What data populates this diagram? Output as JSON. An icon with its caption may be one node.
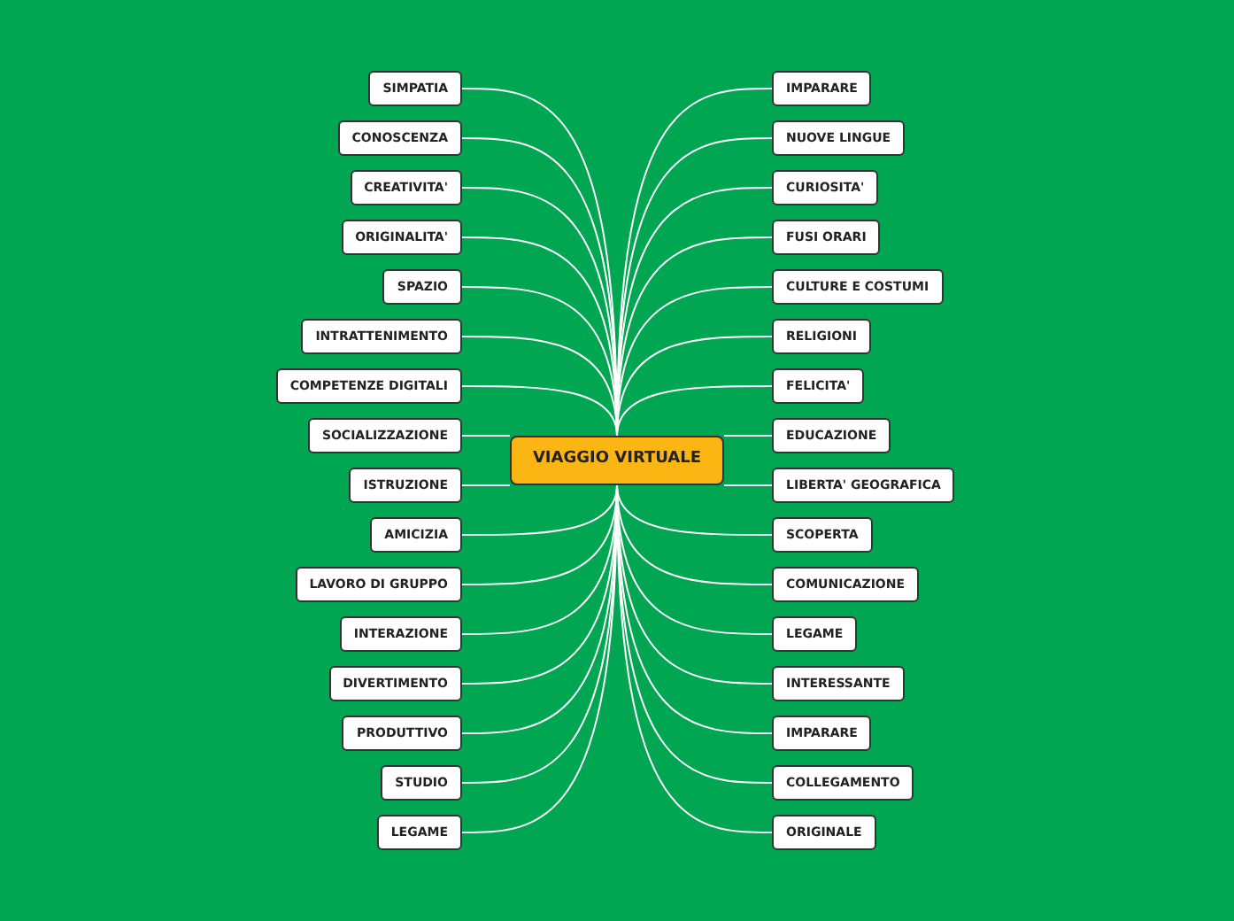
{
  "diagram": {
    "nodes": [
      {
        "text": [
          "VIAGGIO VIRTUALE"
        ]
      },
      {
        "text": [
          "SIMPATIA"
        ]
      },
      {
        "text": [
          "CONOSCENZA"
        ]
      },
      {
        "text": [
          "CREATIVITA'"
        ]
      },
      {
        "text": [
          "ORIGINALITA'"
        ]
      },
      {
        "text": [
          "SPAZIO"
        ]
      },
      {
        "text": [
          "INTRATTENIMENTO"
        ]
      },
      {
        "text": [
          "COMPETENZE DIGITALI"
        ]
      },
      {
        "text": [
          "SOCIALIZZAZIONE"
        ]
      },
      {
        "text": [
          "ISTRUZIONE"
        ]
      },
      {
        "text": [
          "AMICIZIA"
        ]
      },
      {
        "text": [
          "LAVORO DI GRUPPO"
        ]
      },
      {
        "text": [
          "INTERAZIONE"
        ]
      },
      {
        "text": [
          "DIVERTIMENTO"
        ]
      },
      {
        "text": [
          "PRODUTTIVO"
        ]
      },
      {
        "text": [
          "STUDIO"
        ]
      },
      {
        "text": [
          "LEGAME"
        ]
      },
      {
        "text": [
          "IMPARARE"
        ]
      },
      {
        "text": [
          "NUOVE LINGUE"
        ]
      },
      {
        "text": [
          "CURIOSITA'"
        ]
      },
      {
        "text": [
          "FUSI ORARI"
        ]
      },
      {
        "text": [
          "CULTURE E COSTUMI"
        ]
      },
      {
        "text": [
          "RELIGIONI"
        ]
      },
      {
        "text": [
          "FELICITA'"
        ]
      },
      {
        "text": [
          "EDUCAZIONE"
        ]
      },
      {
        "text": [
          "LIBERTA' GEOGRAFICA"
        ]
      },
      {
        "text": [
          "SCOPERTA"
        ]
      },
      {
        "text": [
          "COMUNICAZIONE"
        ]
      },
      {
        "text": [
          "LEGAME"
        ]
      },
      {
        "text": [
          "INTERESSANTE"
        ]
      },
      {
        "text": [
          "IMPARARE"
        ]
      },
      {
        "text": [
          "COLLEGAMENTO"
        ]
      },
      {
        "text": [
          "ORIGINALE"
        ]
      }
    ],
    "edges": [
      {
        "from": 0,
        "to": 1,
        "arrow": "none"
      },
      {
        "from": 0,
        "to": 2,
        "arrow": "none"
      },
      {
        "from": 0,
        "to": 3,
        "arrow": "none"
      },
      {
        "from": 0,
        "to": 4,
        "arrow": "none"
      },
      {
        "from": 0,
        "to": 5,
        "arrow": "none"
      },
      {
        "from": 0,
        "to": 6,
        "arrow": "none"
      },
      {
        "from": 0,
        "to": 7,
        "arrow": "none"
      },
      {
        "from": 0,
        "to": 8,
        "arrow": "none"
      },
      {
        "from": 0,
        "to": 9,
        "arrow": "none"
      },
      {
        "from": 0,
        "to": 10,
        "arrow": "none"
      },
      {
        "from": 0,
        "to": 11,
        "arrow": "none"
      },
      {
        "from": 0,
        "to": 12,
        "arrow": "none"
      },
      {
        "from": 0,
        "to": 13,
        "arrow": "none"
      },
      {
        "from": 0,
        "to": 14,
        "arrow": "none"
      },
      {
        "from": 0,
        "to": 15,
        "arrow": "none"
      },
      {
        "from": 0,
        "to": 16,
        "arrow": "none"
      },
      {
        "from": 0,
        "to": 17,
        "arrow": "none"
      },
      {
        "from": 0,
        "to": 18,
        "arrow": "none"
      },
      {
        "from": 0,
        "to": 19,
        "arrow": "none"
      },
      {
        "from": 0,
        "to": 20,
        "arrow": "none"
      },
      {
        "from": 0,
        "to": 21,
        "arrow": "none"
      },
      {
        "from": 0,
        "to": 22,
        "arrow": "none"
      },
      {
        "from": 0,
        "to": 23,
        "arrow": "none"
      },
      {
        "from": 0,
        "to": 24,
        "arrow": "none"
      },
      {
        "from": 0,
        "to": 25,
        "arrow": "none"
      },
      {
        "from": 0,
        "to": 26,
        "arrow": "none"
      },
      {
        "from": 0,
        "to": 27,
        "arrow": "none"
      },
      {
        "from": 0,
        "to": 28,
        "arrow": "none"
      },
      {
        "from": 0,
        "to": 29,
        "arrow": "none"
      },
      {
        "from": 0,
        "to": 30,
        "arrow": "none"
      },
      {
        "from": 0,
        "to": 31,
        "arrow": "none"
      },
      {
        "from": 0,
        "to": 32,
        "arrow": "none"
      }
    ]
  }
}
